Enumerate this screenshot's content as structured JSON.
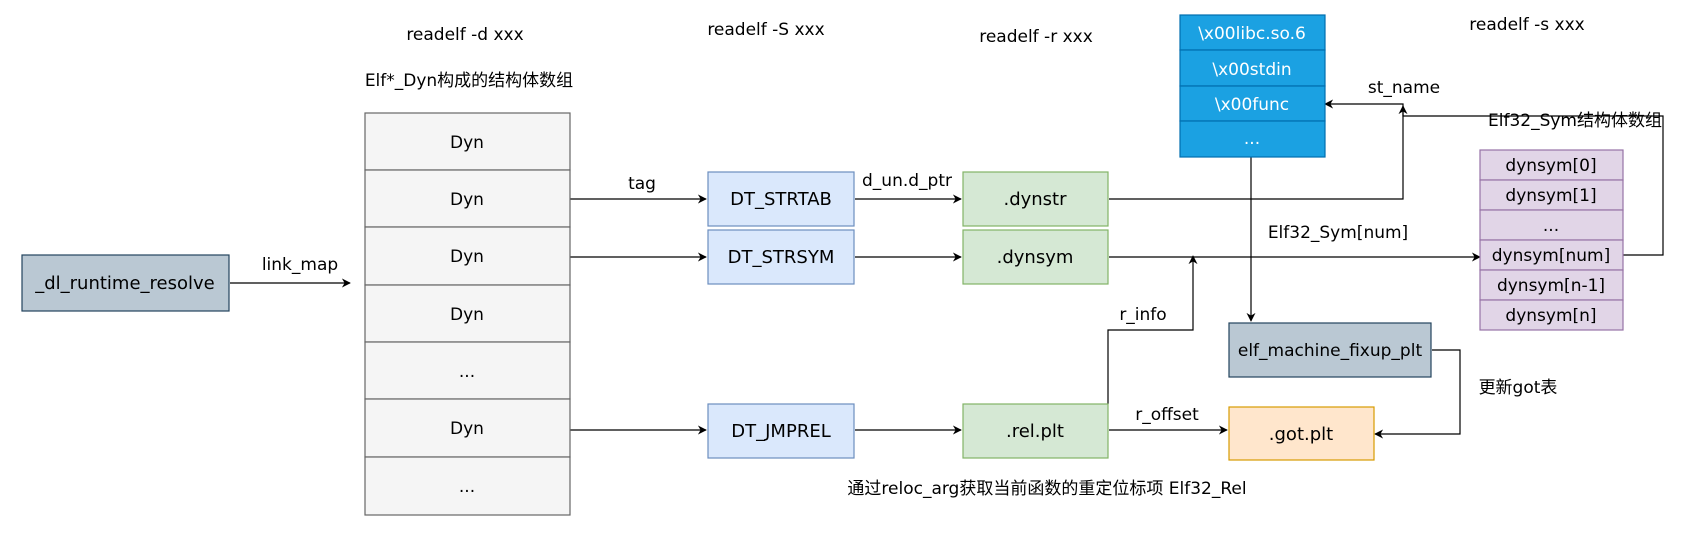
{
  "headers": {
    "readelf_d": "readelf -d xxx",
    "readelf_S": "readelf -S xxx",
    "readelf_r": "readelf -r xxx",
    "readelf_s": "readelf -s xxx",
    "dyn_array_title": "Elf*_Dyn构成的结构体数组",
    "sym_array_title": "Elf32_Sym结构体数组"
  },
  "resolver": {
    "label": "_dl_runtime_resolve"
  },
  "dyn_array": [
    "Dyn",
    "Dyn",
    "Dyn",
    "Dyn",
    "...",
    "Dyn",
    "..."
  ],
  "tags": {
    "strtab": "DT_STRTAB",
    "strsym": "DT_STRSYM",
    "jmprel": "DT_JMPREL"
  },
  "sections": {
    "dynstr": ".dynstr",
    "dynsym": ".dynsym",
    "relplt": ".rel.plt",
    "gotplt": ".got.plt"
  },
  "strings": [
    "\\x00libc.so.6",
    "\\x00stdin",
    "\\x00func",
    "..."
  ],
  "dynsym_array": [
    "dynsym[0]",
    "dynsym[1]",
    "...",
    "dynsym[num]",
    "dynsym[n-1]",
    "dynsym[n]"
  ],
  "fixup": {
    "label": "elf_machine_fixup_plt"
  },
  "edge_labels": {
    "link_map": "link_map",
    "tag": "tag",
    "d_un": "d_un.d_ptr",
    "st_name": "st_name",
    "elf32_sym_num": "Elf32_Sym[num]",
    "r_info": "r_info",
    "r_offset": "r_offset",
    "update_got": "更新got表"
  },
  "footer": {
    "reloc_note": "通过reloc_arg获取当前函数的重定位标项 Elf32_Rel"
  },
  "colors": {
    "resolver_fill": "#bac8d3",
    "resolver_stroke": "#23445d",
    "dyn_fill": "#f5f5f5",
    "dyn_stroke": "#666666",
    "tag_fill": "#dae8fc",
    "tag_stroke": "#6c8ebf",
    "section_fill": "#d5e8d4",
    "section_stroke": "#82b366",
    "got_fill": "#ffe6cc",
    "got_stroke": "#d79b00",
    "strings_fill": "#1ba1e2",
    "strings_stroke": "#006eaf",
    "dynsym_fill": "#e1d5e7",
    "dynsym_stroke": "#9673a6"
  }
}
